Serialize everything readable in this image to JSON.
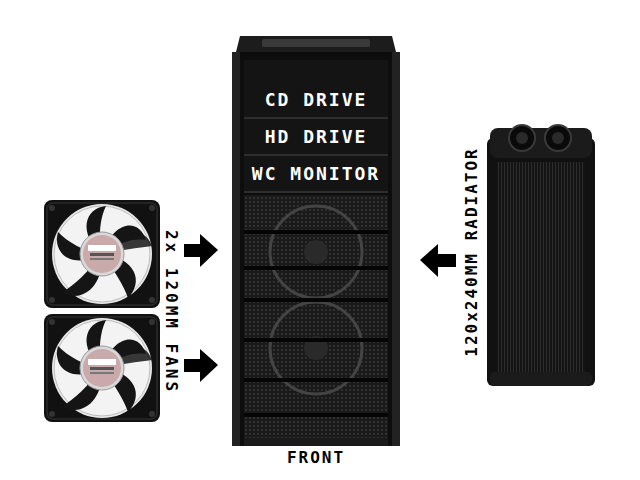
{
  "diagram": {
    "labels": [
      "CD DRIVE",
      "HD DRIVE",
      "WC MONITOR",
      "2x 120MM FANS",
      "120x240MM RADIATOR",
      "FRONT"
    ]
  }
}
